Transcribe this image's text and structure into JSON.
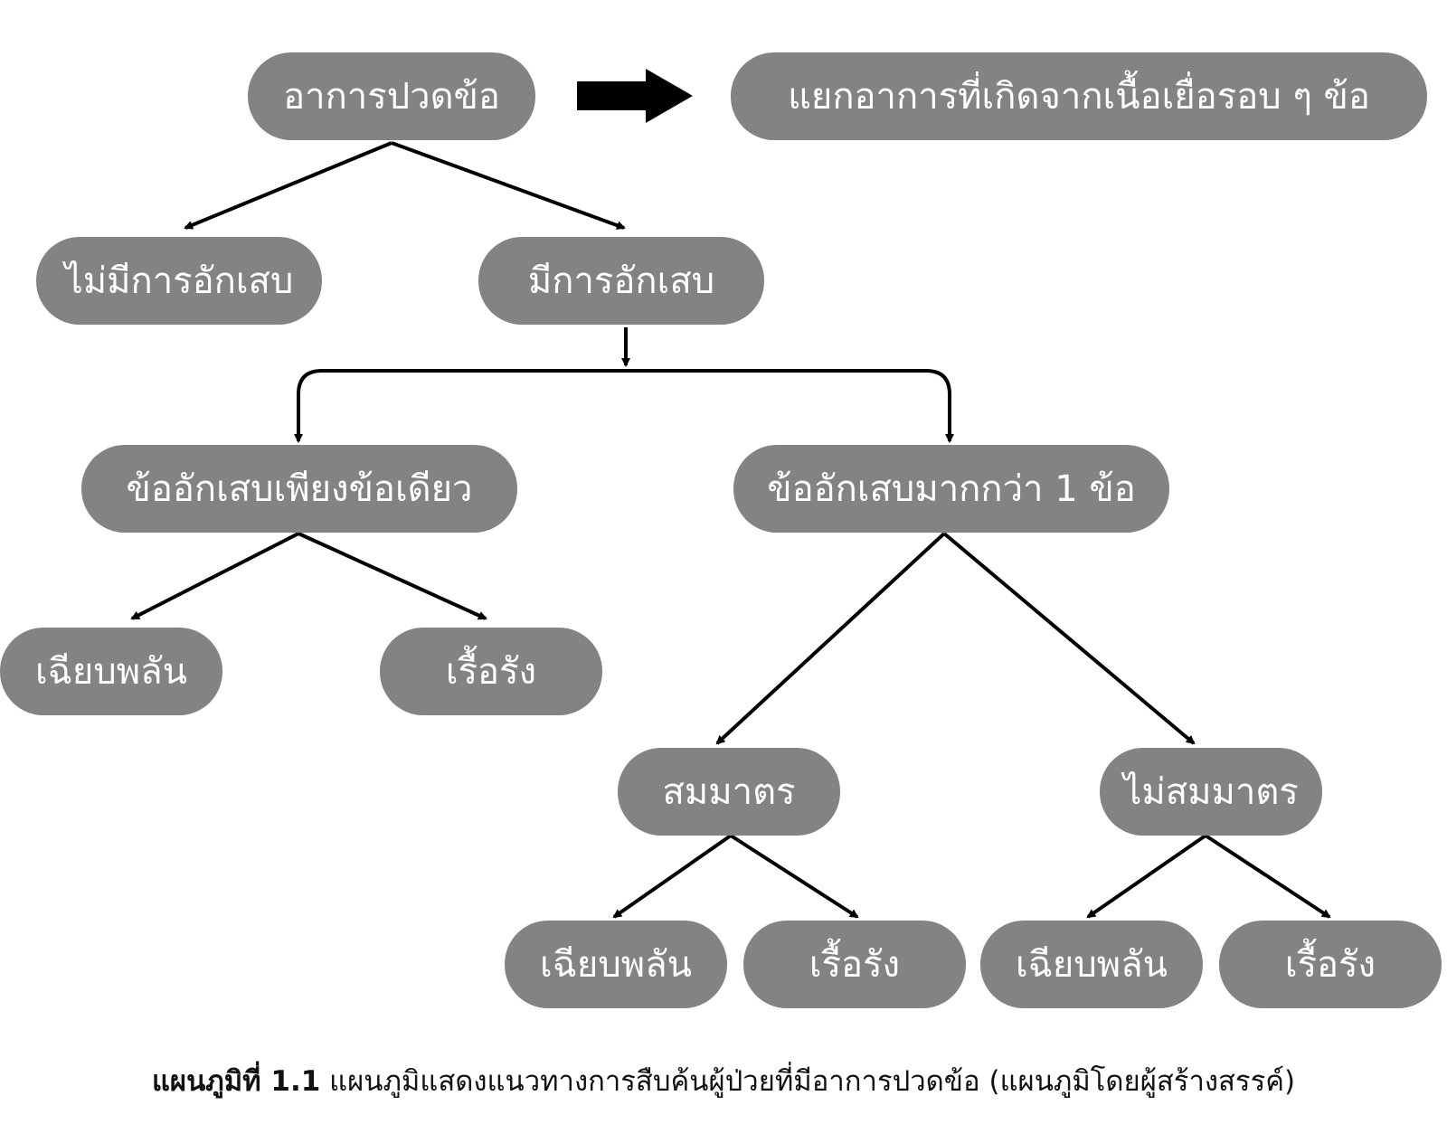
{
  "nodes": {
    "root": "อาการปวดข้อ",
    "note": "แยกอาการที่เกิดจากเนื้อเยื่อรอบ ๆ ข้อ",
    "no_inflammation": "ไม่มีการอักเสบ",
    "inflammation": "มีการอักเสบ",
    "single_joint": "ข้ออักเสบเพียงข้อเดียว",
    "multi_joint": "ข้ออักเสบมากกว่า 1 ข้อ",
    "single_acute": "เฉียบพลัน",
    "single_chronic": "เรื้อรัง",
    "symmetric": "สมมาตร",
    "asymmetric": "ไม่สมมาตร",
    "sym_acute": "เฉียบพลัน",
    "sym_chronic": "เรื้อรัง",
    "asym_acute": "เฉียบพลัน",
    "asym_chronic": "เรื้อรัง"
  },
  "caption": {
    "label": "แผนภูมิที่ 1.1",
    "text": " แผนภูมิแสดงแนวทางการสืบค้นผู้ป่วยที่มีอาการปวดข้อ (แผนภูมิโดยผู้สร้างสรรค์)"
  },
  "colors": {
    "node_fill": "#838386",
    "node_text": "#ffffff",
    "edge": "#000000"
  }
}
